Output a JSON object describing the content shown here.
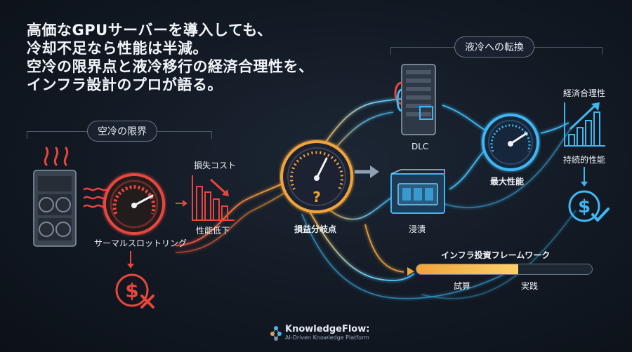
{
  "headline": {
    "line1": "高価なGPUサーバーを導入しても、",
    "line2": "冷却不足なら性能は半減。",
    "line3": "空冷の限界点と液冷移行の経済合理性を、",
    "line4": "インフラ設計のプロが語る。"
  },
  "left_section": {
    "title": "空冷の限界",
    "gauge_label": "サーマルスロットリング",
    "loss_label": "損失コスト",
    "perf_label": "性能低下"
  },
  "center": {
    "gauge_label": "損益分岐点",
    "gauge_symbol": "?"
  },
  "right_section": {
    "title": "液冷への転換",
    "dlc_label": "DLC",
    "immersion_label": "浸漬",
    "max_perf_label": "最大性能",
    "economic_label": "経済合理性",
    "sustained_label": "持続的性能"
  },
  "framework": {
    "title": "インフラ投資フレームワーク",
    "stage1": "試算",
    "stage2": "実践",
    "progress": 0.58
  },
  "brand": {
    "name": "KnowledgeFlow:",
    "tagline": "AI-Driven Knowledge Platform"
  },
  "icons": {
    "server_rack_hot": "server-rack-icon",
    "gauge_red": "speedometer-icon",
    "gauge_orange": "speedometer-icon",
    "gauge_blue": "speedometer-icon",
    "chart_down": "bar-chart-decline-icon",
    "chart_up": "bar-chart-growth-icon",
    "dollar_cross": "dollar-cross-icon",
    "dollar_check": "dollar-check-icon",
    "dlc_server": "server-tower-icon",
    "immersion_tank": "immersion-tank-icon"
  },
  "colors": {
    "hot": "#e8463c",
    "amber": "#f2a43a",
    "cool": "#3fb6f2",
    "background": "#141b25"
  }
}
